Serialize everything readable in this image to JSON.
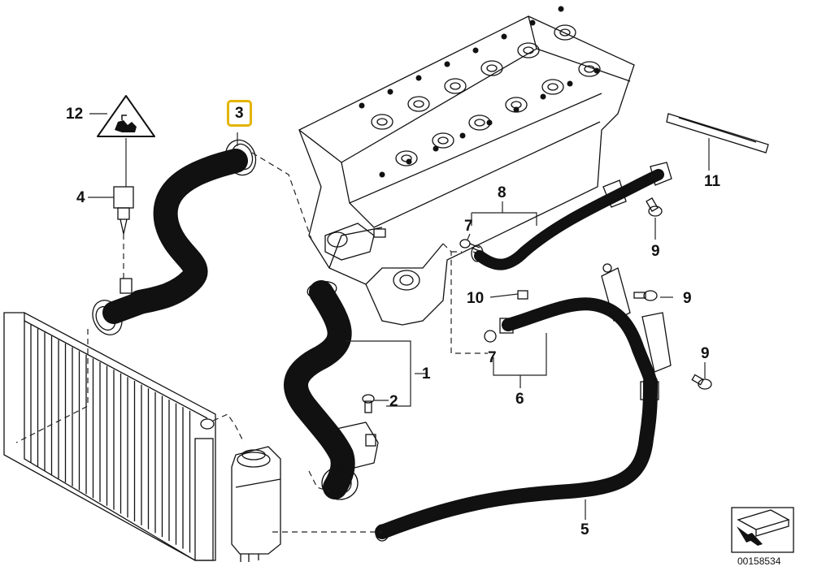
{
  "diagram": {
    "labels": {
      "p1": "1",
      "p2": "2",
      "p3": "3",
      "p4": "4",
      "p5": "5",
      "p6": "6",
      "p7a": "7",
      "p7b": "7",
      "p8": "8",
      "p9a": "9",
      "p9b": "9",
      "p9c": "9",
      "p10": "10",
      "p11": "11",
      "p12": "12"
    },
    "highlighted_part": "3",
    "document_number": "00158534",
    "colors": {
      "highlight_border": "#e3b400",
      "lines": "#111111",
      "hose_fill": "#ffffff"
    },
    "icons": [
      "warning-triangle-icon",
      "arrow-nav-icon"
    ]
  }
}
